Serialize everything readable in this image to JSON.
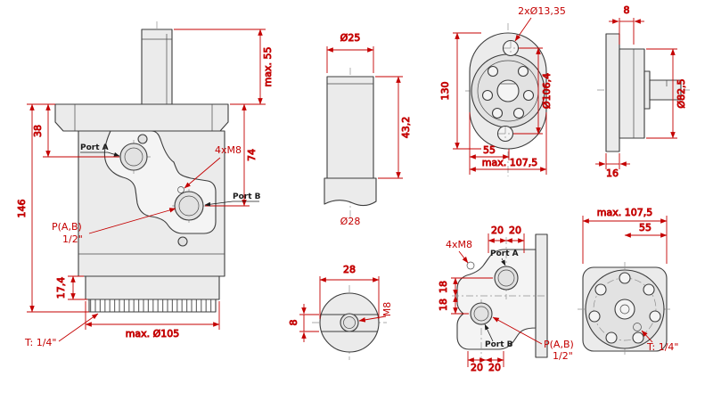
{
  "drawing": {
    "background": "#ffffff",
    "line_color": "#3c3c3c",
    "dimension_color": "#c40000",
    "front_view": {
      "dim_max55": "max. 55",
      "dim_38": "38",
      "port_a": "Port A",
      "thread_callout": "4xM8",
      "dim_74": "74",
      "port_b": "Port B",
      "dim_146": "146",
      "pab_callout": "P(A,B)",
      "pab_size": "1/2\"",
      "dim_17_4": "17,4",
      "drain_callout": "T: 1/4\"",
      "dim_max_d105": "max. Ø105"
    },
    "shaft_view": {
      "dim_d25": "Ø25",
      "dim_43_2": "43,2",
      "dim_d28": "Ø28"
    },
    "shaft_end_view": {
      "dim_28": "28",
      "dim_8": "8",
      "thread_callout": "M8"
    },
    "flange_view": {
      "holes_callout": "2xØ13,35",
      "dim_130": "130",
      "dim_d106_4": "Ø106,4",
      "dim_55": "55",
      "dim_max107_5": "max. 107,5"
    },
    "side_view": {
      "dim_8": "8",
      "dim_d82_5": "Ø82,5",
      "dim_16": "16"
    },
    "port_view": {
      "dim_20_a": "20",
      "dim_20_b": "20",
      "thread_callout": "4xM8",
      "port_a": "Port A",
      "dim_18_a": "18",
      "dim_18_b": "18",
      "port_b": "Port B",
      "pab_callout": "P(A,B)",
      "pab_size": "1/2\"",
      "dim_20_c": "20",
      "dim_20_d": "20"
    },
    "rear_view": {
      "dim_max107_5": "max. 107,5",
      "dim_55": "55",
      "drain_callout": "T: 1/4\""
    }
  }
}
